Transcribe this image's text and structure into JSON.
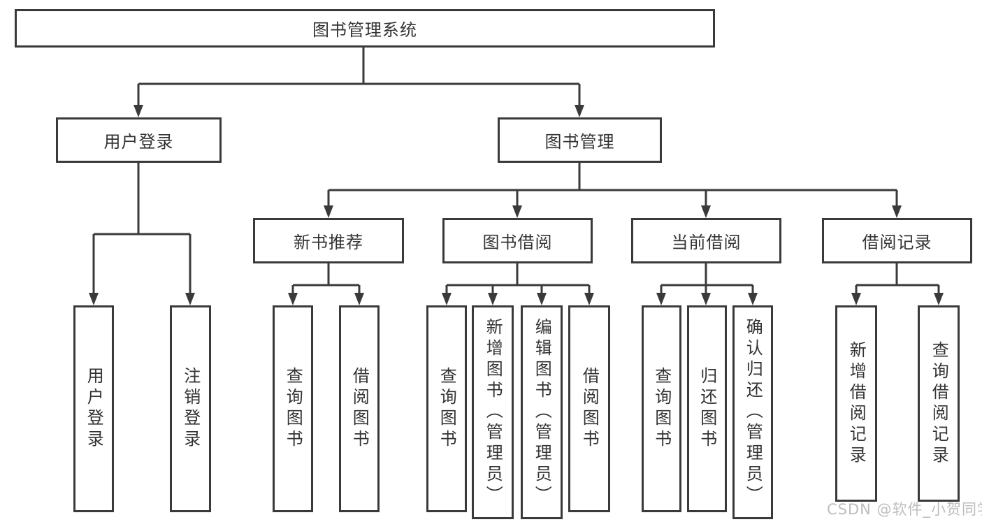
{
  "tree": {
    "label": "图书管理系统",
    "children": [
      {
        "label": "用户登录",
        "children": [
          {
            "label": "用户登录"
          },
          {
            "label": "注销登录"
          }
        ]
      },
      {
        "label": "图书管理",
        "children": [
          {
            "label": "新书推荐",
            "children": [
              {
                "label": "查询图书"
              },
              {
                "label": "借阅图书"
              }
            ]
          },
          {
            "label": "图书借阅",
            "children": [
              {
                "label": "查询图书"
              },
              {
                "label": "新增图书（管理员）"
              },
              {
                "label": "编辑图书（管理员）"
              },
              {
                "label": "借阅图书"
              }
            ]
          },
          {
            "label": "当前借阅",
            "children": [
              {
                "label": "查询图书"
              },
              {
                "label": "归还图书"
              },
              {
                "label": "确认归还（管理员）"
              }
            ]
          },
          {
            "label": "借阅记录",
            "children": [
              {
                "label": "新增借阅记录"
              },
              {
                "label": "查询借阅记录"
              }
            ]
          }
        ]
      }
    ]
  },
  "watermark": {
    "text": "CSDN @软件_小贺同学"
  },
  "colors": {
    "line": "#3a3a3a",
    "text": "#333333",
    "watermark": "#bdbdbd",
    "background": "#ffffff"
  }
}
